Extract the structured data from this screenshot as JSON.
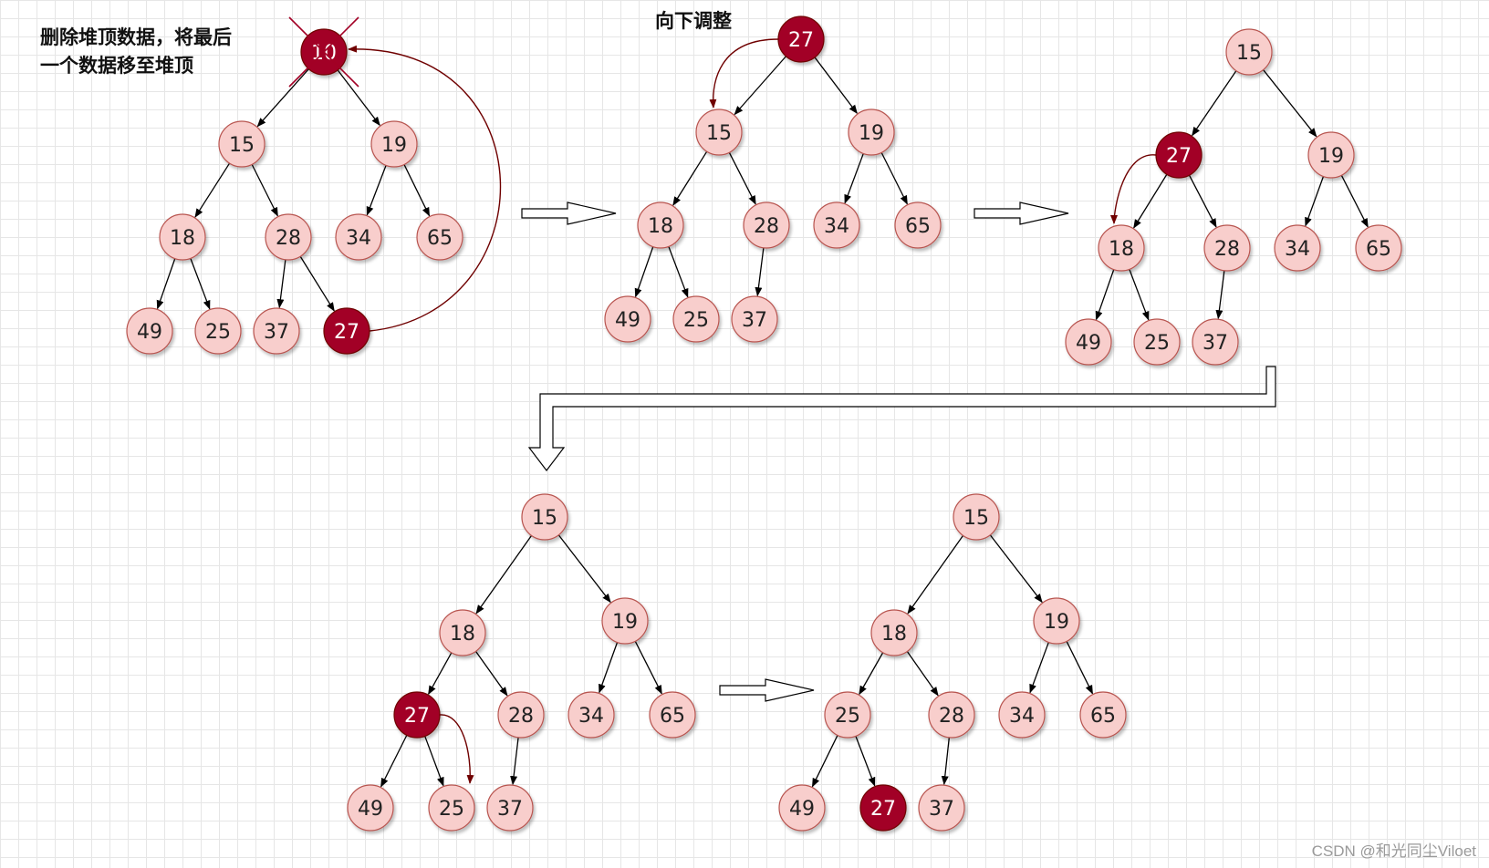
{
  "captions": {
    "delete": "删除堆顶数据，将最后一个数据移至堆顶",
    "sift_down": "向下调整"
  },
  "watermark": "CSDN @和光同尘Viloet",
  "colors": {
    "node_fill": "#f8cecc",
    "node_stroke": "#b85450",
    "highlight_fill": "#a20025",
    "highlight_stroke": "#6f0000",
    "edge": "#000000",
    "move_arrow": "#6f0000"
  },
  "icons": {
    "removed_marker": "cross-icon",
    "step_arrow": "hollow-right-arrow-icon",
    "step_down_arrow": "hollow-elbow-down-arrow-icon"
  },
  "trees": [
    {
      "name": "step-1",
      "nodes": [
        {
          "id": "a",
          "value": "10",
          "highlight": true,
          "crossed": true
        },
        {
          "id": "b",
          "value": "15"
        },
        {
          "id": "c",
          "value": "19"
        },
        {
          "id": "d",
          "value": "18"
        },
        {
          "id": "e",
          "value": "28"
        },
        {
          "id": "f",
          "value": "34"
        },
        {
          "id": "g",
          "value": "65"
        },
        {
          "id": "h",
          "value": "49"
        },
        {
          "id": "i",
          "value": "25"
        },
        {
          "id": "j",
          "value": "37"
        },
        {
          "id": "k",
          "value": "27",
          "highlight": true
        }
      ],
      "edges": [
        [
          "a",
          "b"
        ],
        [
          "a",
          "c"
        ],
        [
          "b",
          "d"
        ],
        [
          "b",
          "e"
        ],
        [
          "c",
          "f"
        ],
        [
          "c",
          "g"
        ],
        [
          "d",
          "h"
        ],
        [
          "d",
          "i"
        ],
        [
          "e",
          "j"
        ],
        [
          "e",
          "k"
        ]
      ],
      "move": {
        "from": "k",
        "to": "a"
      }
    },
    {
      "name": "step-2",
      "nodes": [
        {
          "id": "a",
          "value": "27",
          "highlight": true
        },
        {
          "id": "b",
          "value": "15"
        },
        {
          "id": "c",
          "value": "19"
        },
        {
          "id": "d",
          "value": "18"
        },
        {
          "id": "e",
          "value": "28"
        },
        {
          "id": "f",
          "value": "34"
        },
        {
          "id": "g",
          "value": "65"
        },
        {
          "id": "h",
          "value": "49"
        },
        {
          "id": "i",
          "value": "25"
        },
        {
          "id": "j",
          "value": "37"
        }
      ],
      "edges": [
        [
          "a",
          "b"
        ],
        [
          "a",
          "c"
        ],
        [
          "b",
          "d"
        ],
        [
          "b",
          "e"
        ],
        [
          "c",
          "f"
        ],
        [
          "c",
          "g"
        ],
        [
          "d",
          "h"
        ],
        [
          "d",
          "i"
        ],
        [
          "e",
          "j"
        ]
      ],
      "move": {
        "from": "a",
        "to": "b"
      }
    },
    {
      "name": "step-3",
      "nodes": [
        {
          "id": "a",
          "value": "15"
        },
        {
          "id": "b",
          "value": "27",
          "highlight": true
        },
        {
          "id": "c",
          "value": "19"
        },
        {
          "id": "d",
          "value": "18"
        },
        {
          "id": "e",
          "value": "28"
        },
        {
          "id": "f",
          "value": "34"
        },
        {
          "id": "g",
          "value": "65"
        },
        {
          "id": "h",
          "value": "49"
        },
        {
          "id": "i",
          "value": "25"
        },
        {
          "id": "j",
          "value": "37"
        }
      ],
      "edges": [
        [
          "a",
          "b"
        ],
        [
          "a",
          "c"
        ],
        [
          "b",
          "d"
        ],
        [
          "b",
          "e"
        ],
        [
          "c",
          "f"
        ],
        [
          "c",
          "g"
        ],
        [
          "d",
          "h"
        ],
        [
          "d",
          "i"
        ],
        [
          "e",
          "j"
        ]
      ],
      "move": {
        "from": "b",
        "to": "d"
      }
    },
    {
      "name": "step-4",
      "nodes": [
        {
          "id": "a",
          "value": "15"
        },
        {
          "id": "b",
          "value": "18"
        },
        {
          "id": "c",
          "value": "19"
        },
        {
          "id": "d",
          "value": "27",
          "highlight": true
        },
        {
          "id": "e",
          "value": "28"
        },
        {
          "id": "f",
          "value": "34"
        },
        {
          "id": "g",
          "value": "65"
        },
        {
          "id": "h",
          "value": "49"
        },
        {
          "id": "i",
          "value": "25"
        },
        {
          "id": "j",
          "value": "37"
        }
      ],
      "edges": [
        [
          "a",
          "b"
        ],
        [
          "a",
          "c"
        ],
        [
          "b",
          "d"
        ],
        [
          "b",
          "e"
        ],
        [
          "c",
          "f"
        ],
        [
          "c",
          "g"
        ],
        [
          "d",
          "h"
        ],
        [
          "d",
          "i"
        ],
        [
          "e",
          "j"
        ]
      ],
      "move": {
        "from": "d",
        "to": "i"
      }
    },
    {
      "name": "step-5",
      "nodes": [
        {
          "id": "a",
          "value": "15"
        },
        {
          "id": "b",
          "value": "18"
        },
        {
          "id": "c",
          "value": "19"
        },
        {
          "id": "d",
          "value": "25"
        },
        {
          "id": "e",
          "value": "28"
        },
        {
          "id": "f",
          "value": "34"
        },
        {
          "id": "g",
          "value": "65"
        },
        {
          "id": "h",
          "value": "49"
        },
        {
          "id": "i",
          "value": "27",
          "highlight": true
        },
        {
          "id": "j",
          "value": "37"
        }
      ],
      "edges": [
        [
          "a",
          "b"
        ],
        [
          "a",
          "c"
        ],
        [
          "b",
          "d"
        ],
        [
          "b",
          "e"
        ],
        [
          "c",
          "f"
        ],
        [
          "c",
          "g"
        ],
        [
          "d",
          "h"
        ],
        [
          "d",
          "i"
        ],
        [
          "e",
          "j"
        ]
      ]
    }
  ]
}
